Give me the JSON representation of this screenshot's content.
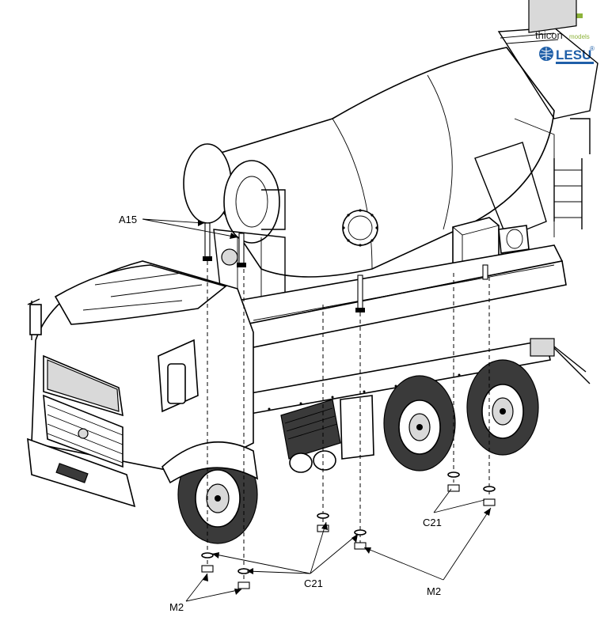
{
  "brand": {
    "thicon": "thicon",
    "thicon_sub": "models",
    "lesu": "LESU",
    "lesu_reg": "®",
    "thicon_color": "#8db33a",
    "lesu_color": "#1f5fa8"
  },
  "callouts": {
    "a15": "A15",
    "c21_top": "C21",
    "c21_bottom": "C21",
    "m2_left": "M2",
    "m2_right": "M2"
  }
}
